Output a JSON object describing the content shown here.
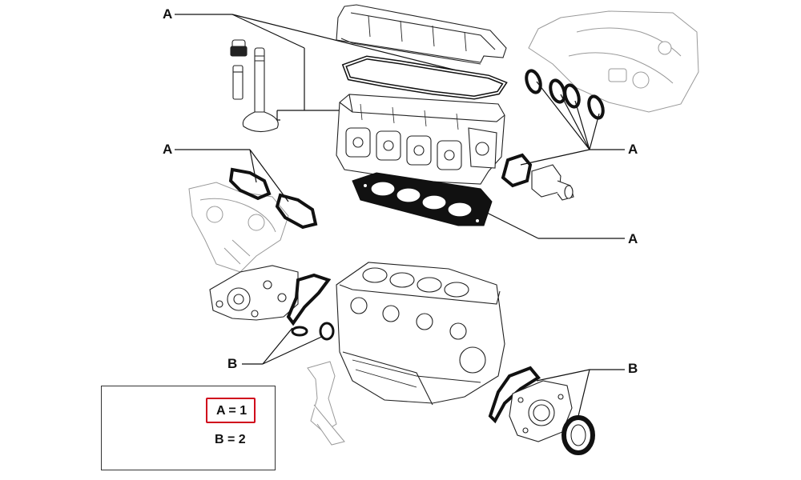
{
  "callouts": [
    {
      "id": "a1",
      "text": "A"
    },
    {
      "id": "a2",
      "text": "A"
    },
    {
      "id": "a3",
      "text": "A"
    },
    {
      "id": "a4",
      "text": "A"
    },
    {
      "id": "b1",
      "text": "B"
    },
    {
      "id": "b2",
      "text": "B"
    }
  ],
  "legend": {
    "a_line": "A = 1",
    "b_line": "B = 2",
    "highlight_color": "#d0021b"
  },
  "icons": {
    "kit": "gasket-kit-box-icon"
  }
}
